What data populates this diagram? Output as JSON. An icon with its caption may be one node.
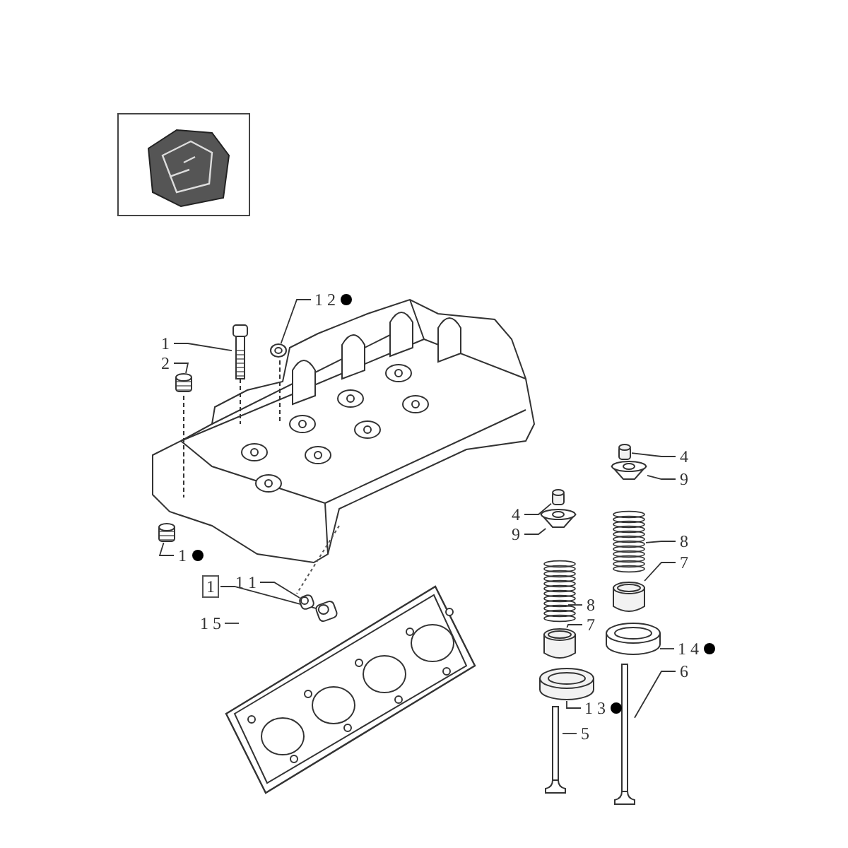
{
  "diagram": {
    "nodes": [
      {
        "text": [
          "1 2"
        ]
      },
      {
        "text": [
          "1"
        ]
      },
      {
        "text": [
          "2"
        ]
      },
      {
        "text": [
          "1"
        ]
      },
      {
        "text": [
          "1"
        ]
      },
      {
        "text": [
          "1 1"
        ]
      },
      {
        "text": [
          "1 5"
        ]
      },
      {
        "text": [
          "4"
        ]
      },
      {
        "text": [
          "9"
        ]
      },
      {
        "text": [
          "8"
        ]
      },
      {
        "text": [
          "7"
        ]
      },
      {
        "text": [
          "4"
        ]
      },
      {
        "text": [
          "9"
        ]
      },
      {
        "text": [
          "8"
        ]
      },
      {
        "text": [
          "7"
        ]
      },
      {
        "text": [
          "1 4"
        ]
      },
      {
        "text": [
          "6"
        ]
      },
      {
        "text": [
          "1 3"
        ]
      },
      {
        "text": [
          "5"
        ]
      },
      {
        "text": [],
        "shape": "picture"
      },
      {
        "text": [],
        "shape": "picture"
      },
      {
        "text": [],
        "shape": "picture"
      },
      {
        "text": [],
        "shape": "picture"
      },
      {
        "text": [],
        "shape": "picture"
      },
      {
        "text": [],
        "shape": "picture"
      },
      {
        "text": [],
        "shape": "picture"
      },
      {
        "text": [],
        "shape": "cylinder"
      },
      {
        "text": [],
        "shape": "picture"
      },
      {
        "text": [],
        "shape": "picture"
      },
      {
        "text": [],
        "shape": "cylinder"
      },
      {
        "text": [],
        "shape": "cylinder"
      },
      {
        "text": [],
        "shape": "picture"
      },
      {
        "text": [],
        "shape": "picture"
      },
      {
        "text": [],
        "shape": "cylinder"
      },
      {
        "text": [],
        "shape": "picture"
      },
      {
        "text": [],
        "shape": "picture"
      },
      {
        "text": [],
        "shape": "cylinder"
      },
      {
        "text": [],
        "shape": "picture"
      }
    ],
    "edges": [
      {
        "from": 0,
        "to": 19,
        "arrow": "none"
      },
      {
        "from": 1,
        "to": 20,
        "arrow": "none"
      },
      {
        "from": 2,
        "to": 21,
        "arrow": "none"
      },
      {
        "from": 3,
        "to": 22,
        "arrow": "none"
      },
      {
        "from": 4,
        "to": 24,
        "arrow": "none"
      },
      {
        "from": 5,
        "to": 23,
        "arrow": "none"
      },
      {
        "from": 6,
        "to": 25,
        "arrow": "none"
      },
      {
        "from": 7,
        "to": 26,
        "arrow": "none"
      },
      {
        "from": 8,
        "to": 27,
        "arrow": "none"
      },
      {
        "from": 9,
        "to": 28,
        "arrow": "none"
      },
      {
        "from": 10,
        "to": 29,
        "arrow": "none"
      },
      {
        "from": 11,
        "to": 30,
        "arrow": "none"
      },
      {
        "from": 12,
        "to": 31,
        "arrow": "none"
      },
      {
        "from": 13,
        "to": 32,
        "arrow": "none"
      },
      {
        "from": 14,
        "to": 33,
        "arrow": "none"
      },
      {
        "from": 15,
        "to": 34,
        "arrow": "none"
      },
      {
        "from": 16,
        "to": 35,
        "arrow": "none"
      },
      {
        "from": 17,
        "to": 36,
        "arrow": "none"
      },
      {
        "from": 18,
        "to": 37,
        "arrow": "none"
      }
    ]
  }
}
